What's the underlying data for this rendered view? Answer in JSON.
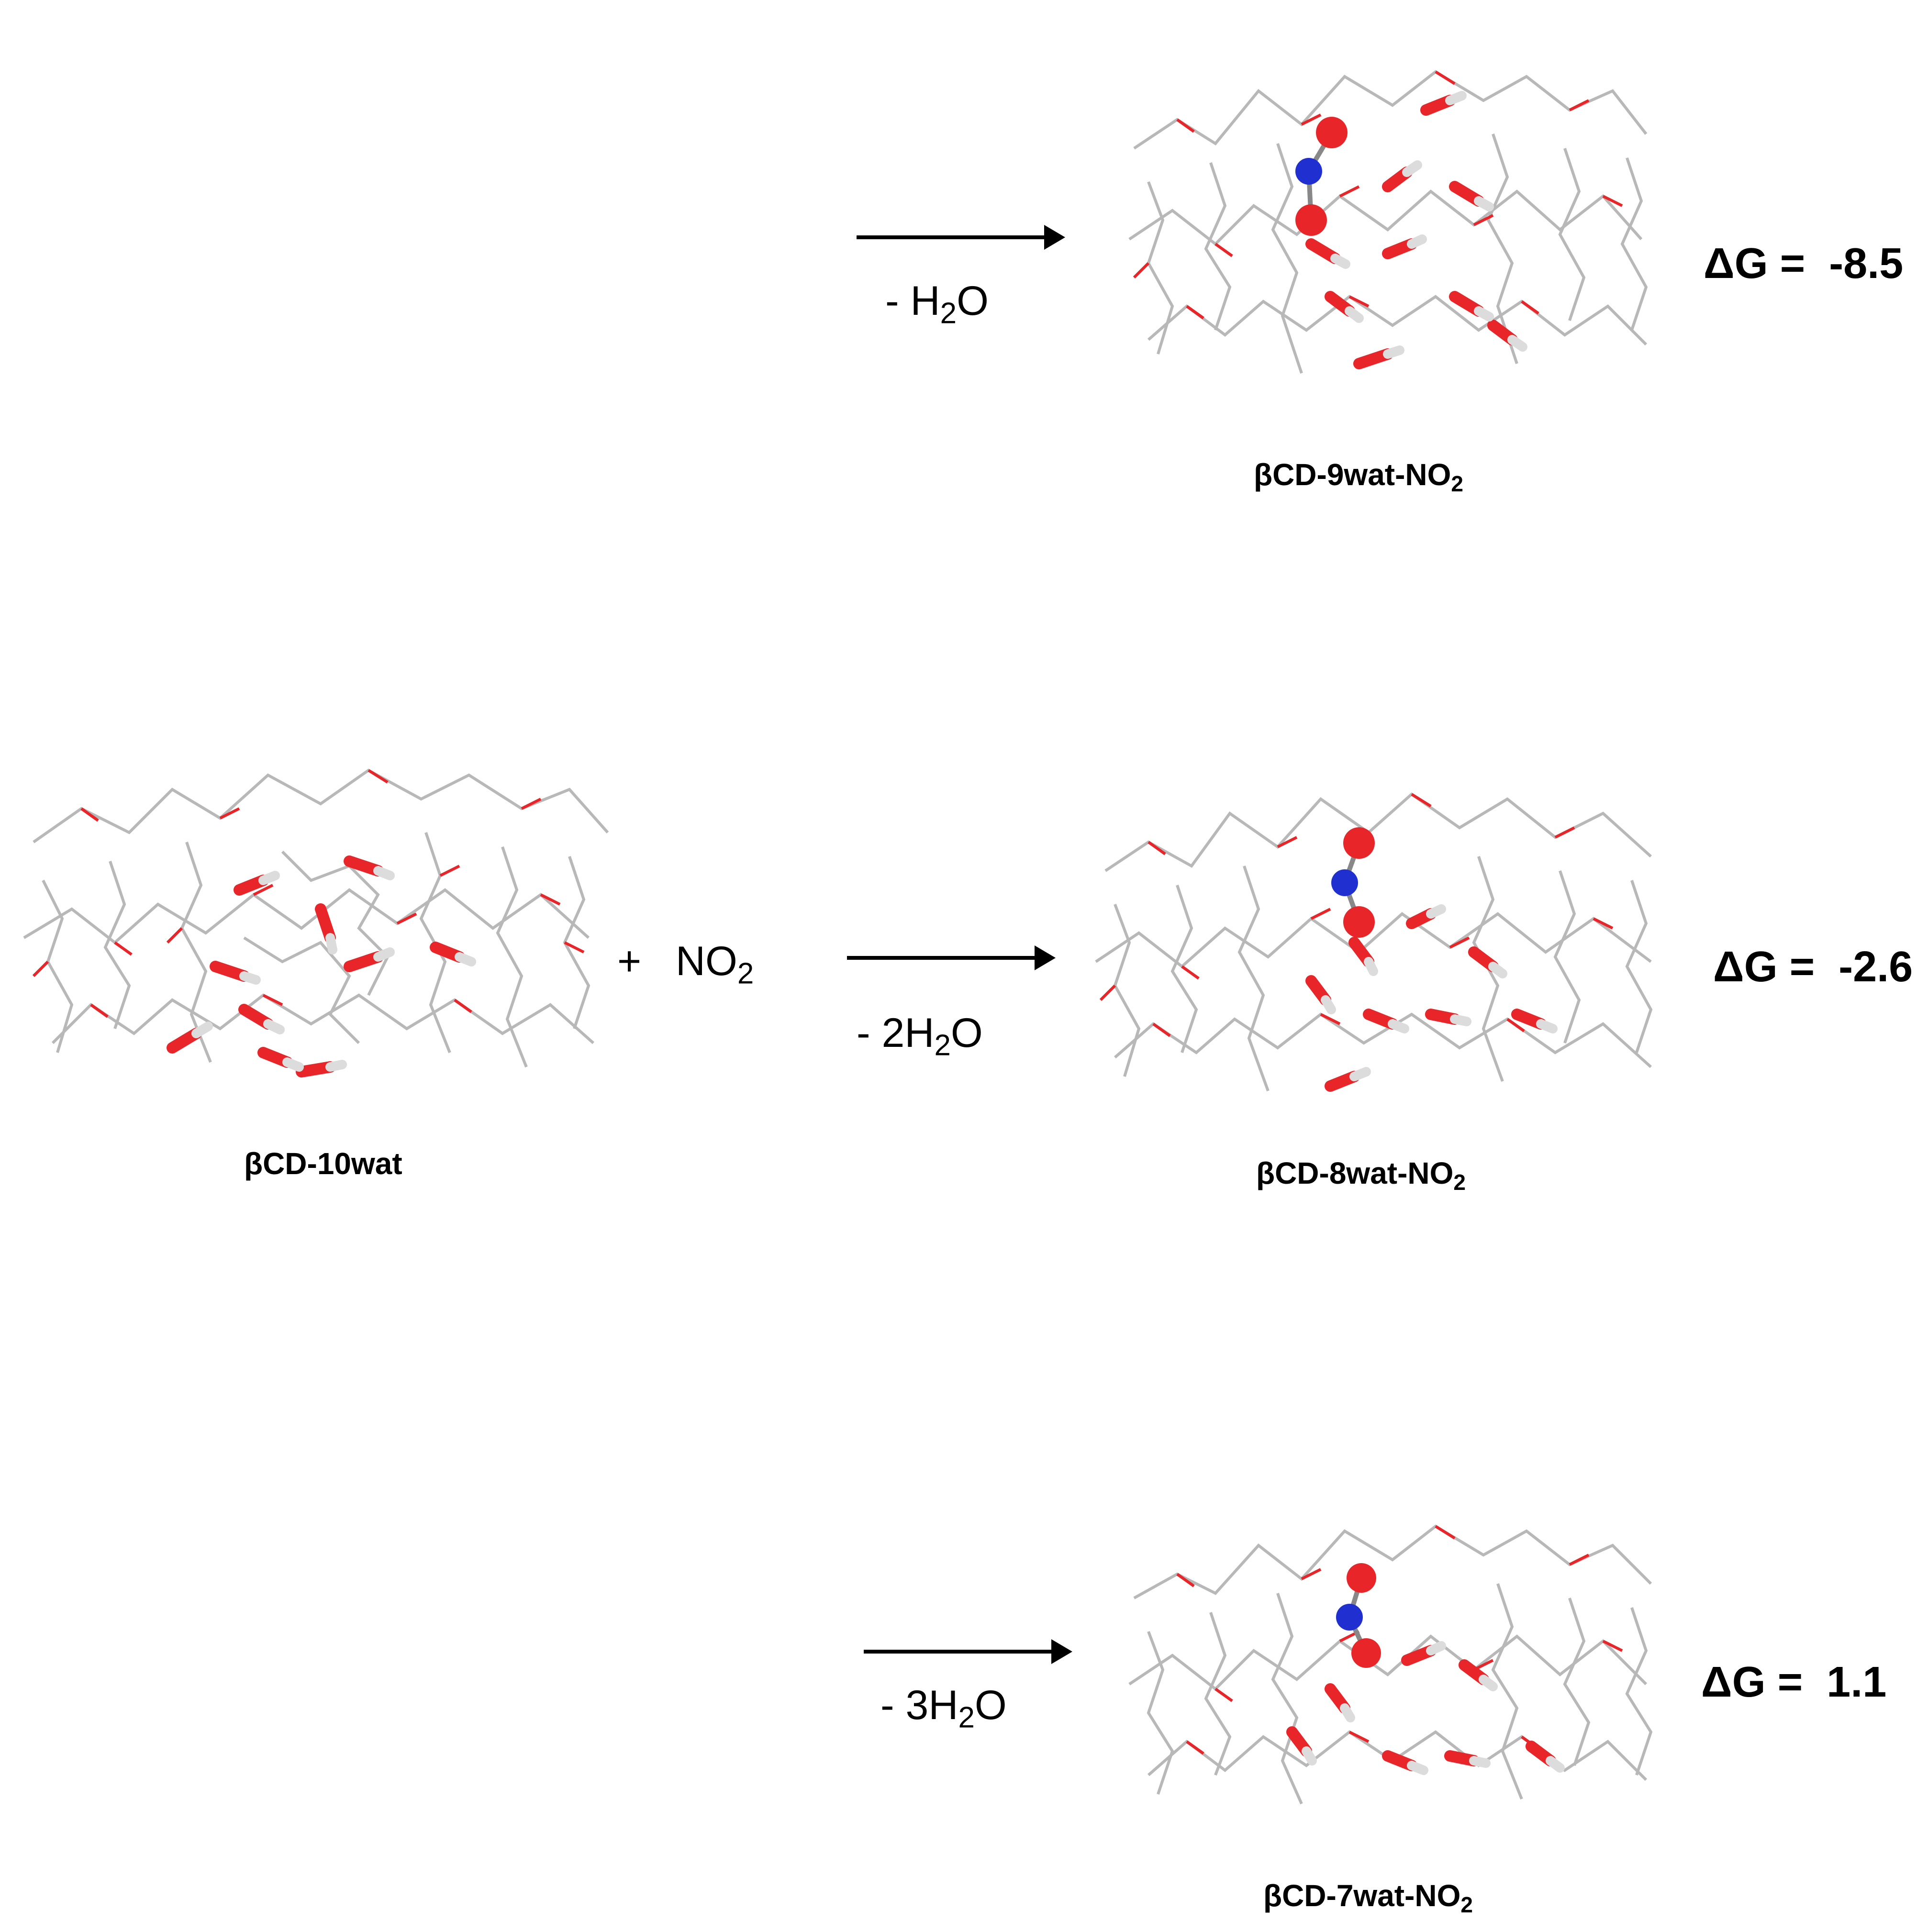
{
  "reactant": {
    "name_prefix": "βCD-10wat",
    "plus_sign": "+",
    "guest_prefix": "NO",
    "guest_sub": "2"
  },
  "reactions": [
    {
      "id": "top",
      "loss_text_prefix": "-  H",
      "loss_sub": "2",
      "loss_suffix": "O",
      "product_prefix": "βCD-9wat-NO",
      "product_sub": "2",
      "dg_label": "ΔG = ",
      "dg_value": "-8.5"
    },
    {
      "id": "middle",
      "loss_text_prefix": "-  2H",
      "loss_sub": "2",
      "loss_suffix": "O",
      "product_prefix": "βCD-8wat-NO",
      "product_sub": "2",
      "dg_label": "ΔG = ",
      "dg_value": "-2.6"
    },
    {
      "id": "bottom",
      "loss_text_prefix": "-  3H",
      "loss_sub": "2",
      "loss_suffix": "O",
      "product_prefix": "βCD-7wat-NO",
      "product_sub": "2",
      "dg_label": "ΔG = ",
      "dg_value": "1.1"
    }
  ],
  "colors": {
    "bond_gray": "#b8b8b8",
    "oxygen_red": "#e8262a",
    "nitrogen_blue": "#1f2fd0",
    "water_white": "#dcdcdc"
  }
}
